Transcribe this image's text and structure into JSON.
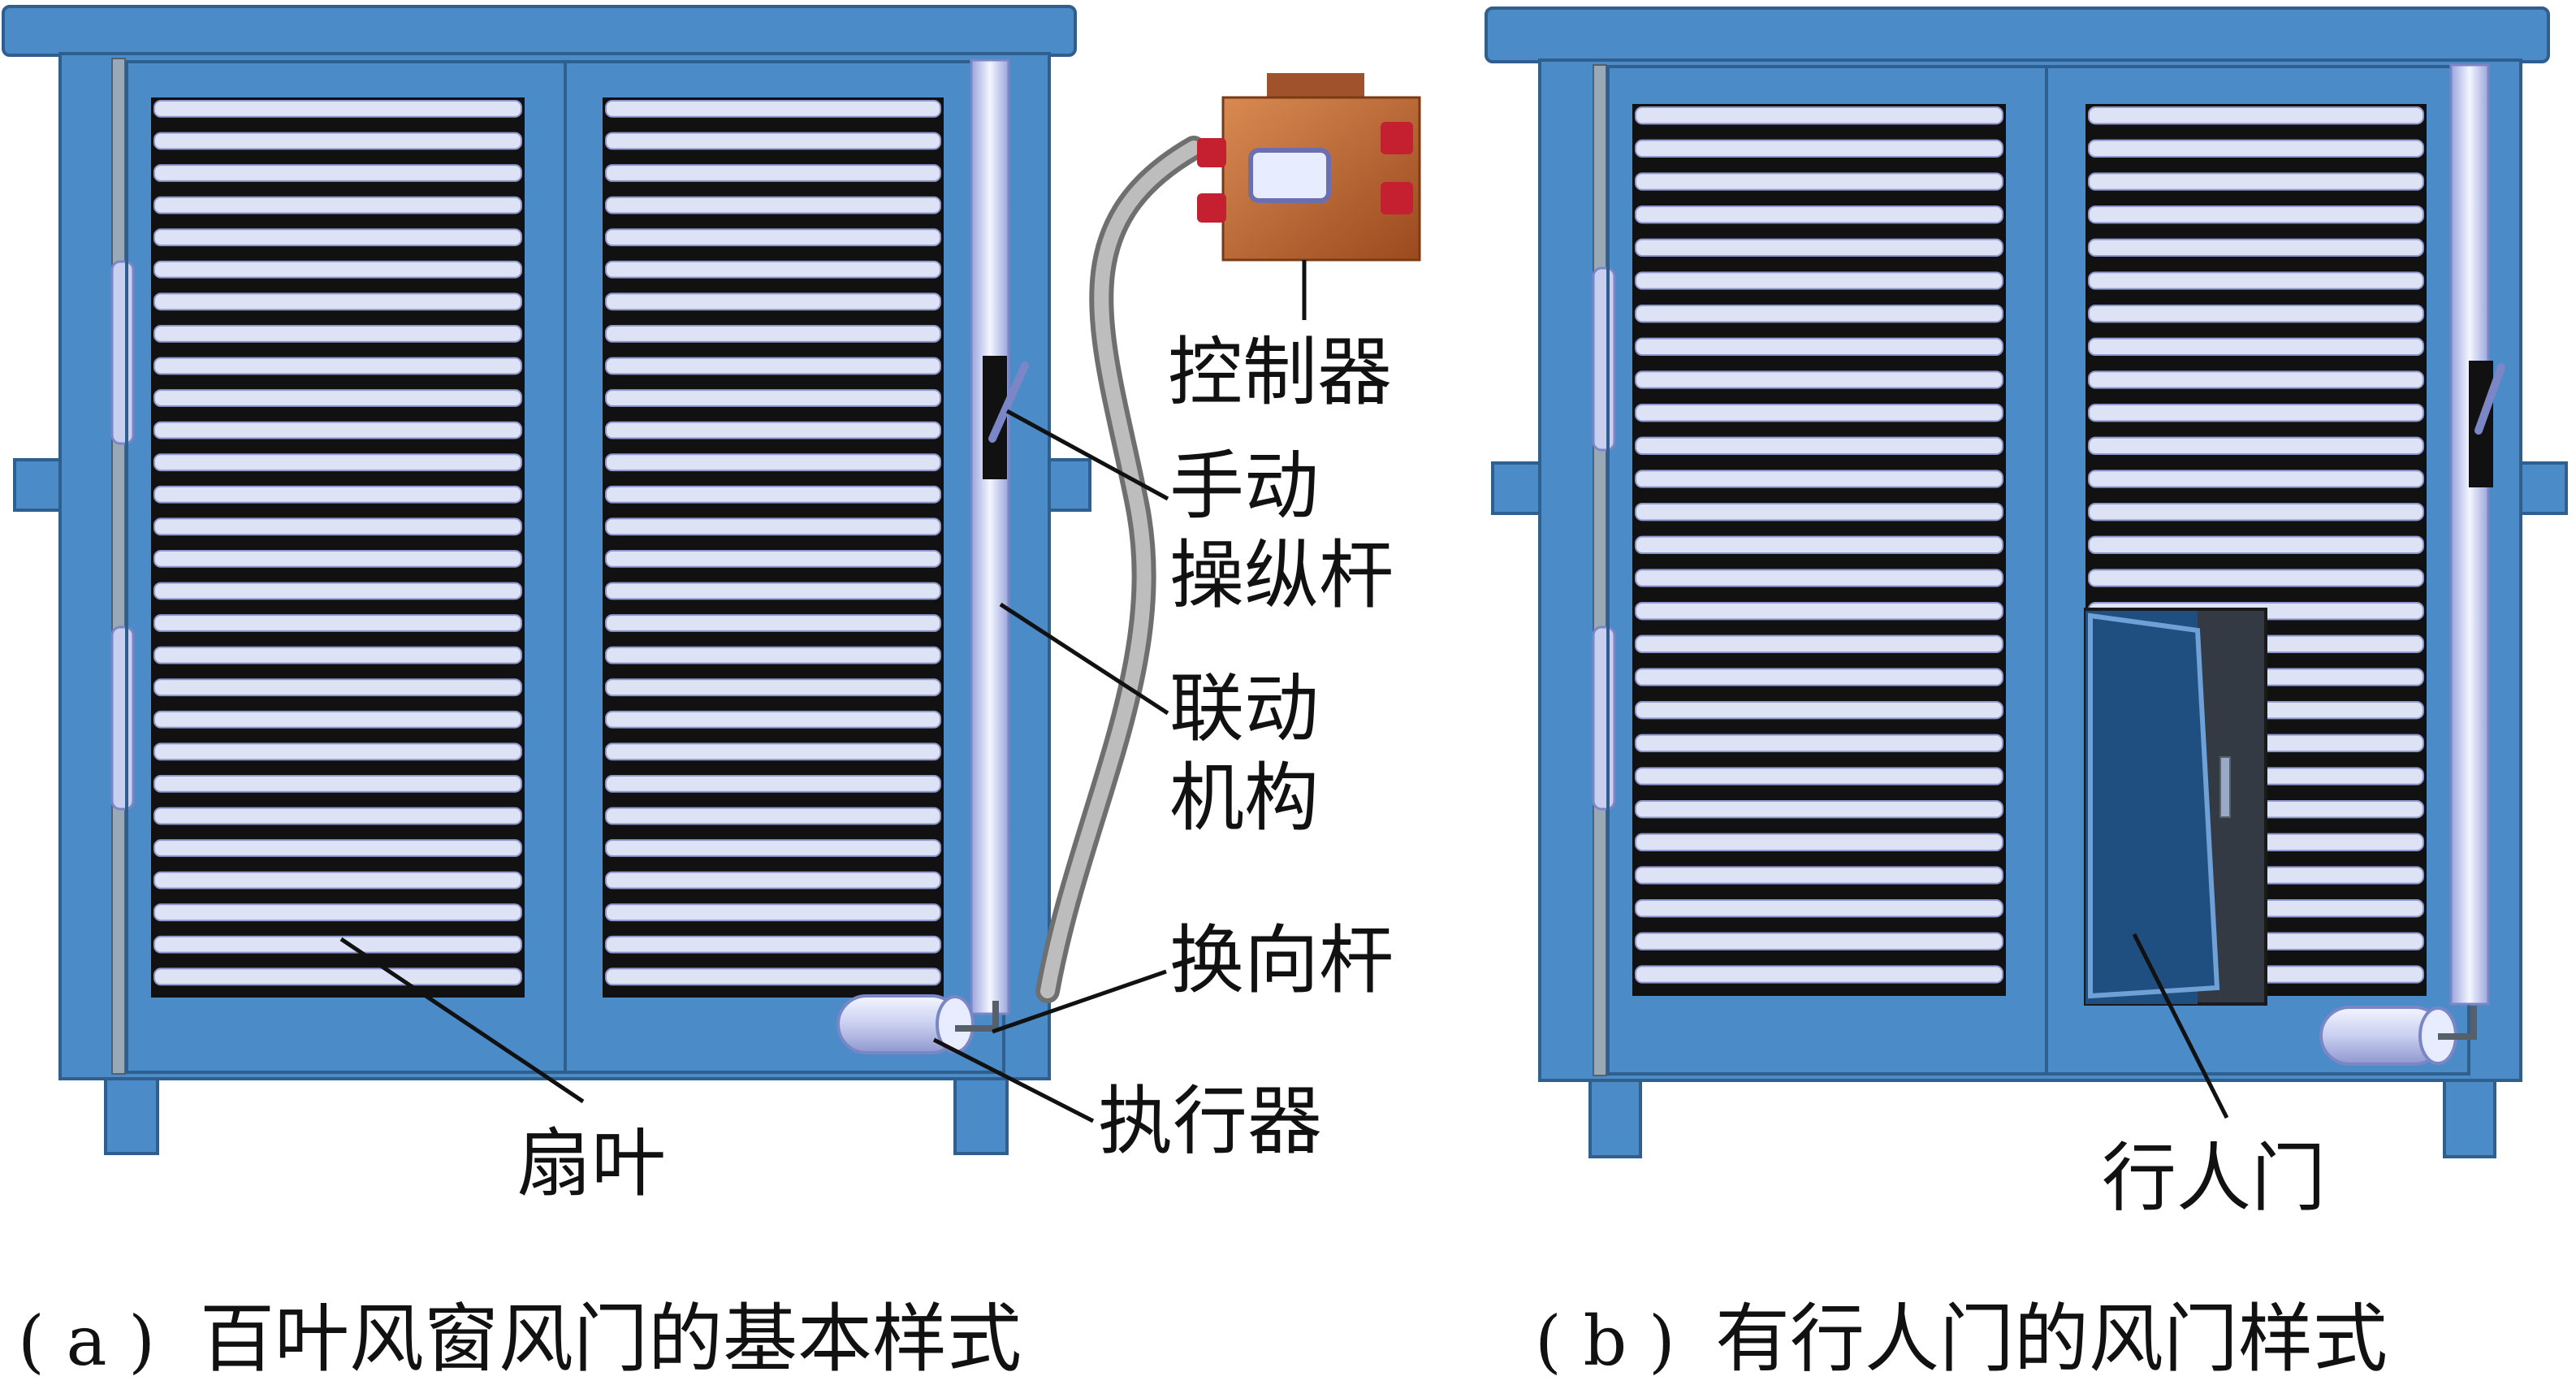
{
  "colors": {
    "frame": "#4a8bc8",
    "frame_outline": "#2e5f8f",
    "slat_light": "#dde3f5",
    "slat_dark": "#111111",
    "rail": "#c9cff0",
    "controller": "#c06a34",
    "pedestrian_door": "#1f4f80"
  },
  "panel_a": {
    "callouts": {
      "controller": "控制器",
      "manual_lever_line1": "手动",
      "manual_lever_line2": "操纵杆",
      "linkage_line1": "联动",
      "linkage_line2": "机构",
      "reversing_rod": "换向杆",
      "actuator": "执行器",
      "blades": "扇叶"
    },
    "caption_prefix": "( a )",
    "caption_text": "百叶风窗风门的基本样式"
  },
  "panel_b": {
    "callouts": {
      "pedestrian_door": "行人门"
    },
    "caption_prefix": "( b )",
    "caption_text": "有行人门的风门样式"
  }
}
